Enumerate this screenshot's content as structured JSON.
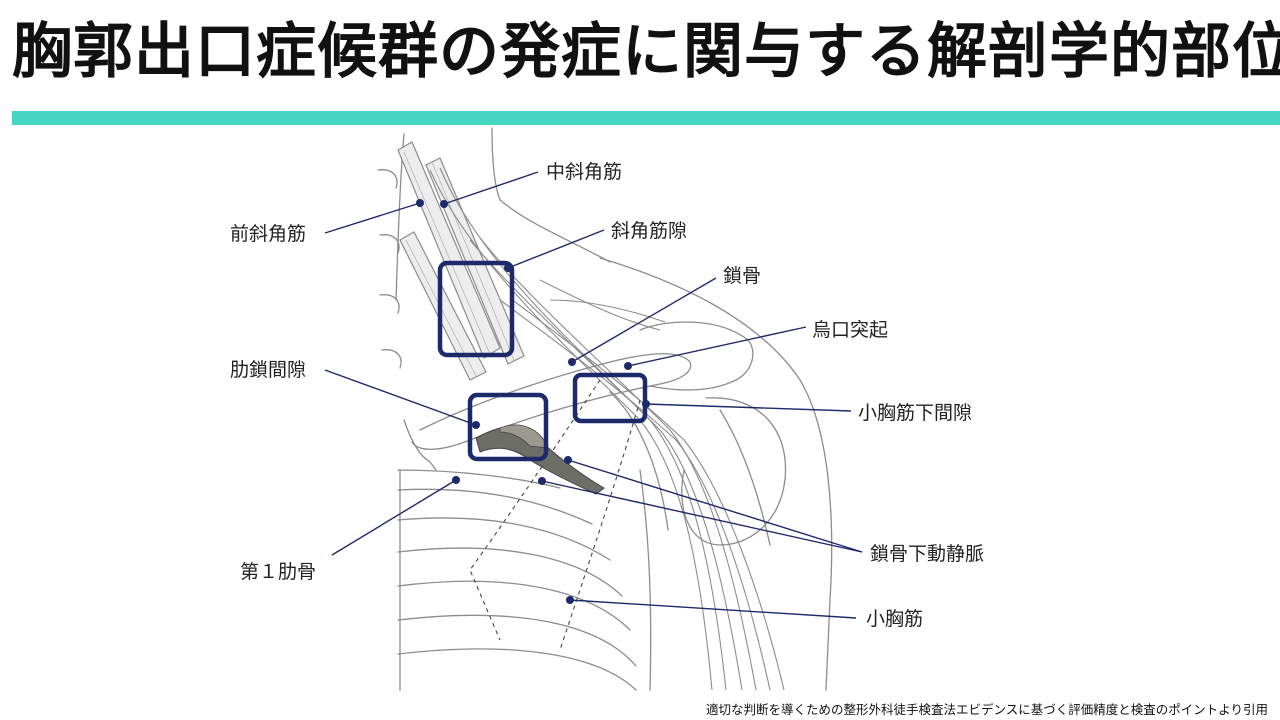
{
  "title": "胸郭出口症候群の発症に関与する解剖学的部位",
  "labels": {
    "middle_scalene": "中斜角筋",
    "anterior_scalene": "前斜角筋",
    "scalene_hiatus": "斜角筋隙",
    "clavicle": "鎖骨",
    "coracoid": "烏口突起",
    "costoclavicular": "肋鎖間隙",
    "subpectoral": "小胸筋下間隙",
    "first_rib": "第１肋骨",
    "subclavian": "鎖骨下動静脈",
    "pectoralis_minor": "小胸筋"
  },
  "citation": "適切な判断を導くための整形外科徒手検査法エビデンスに基づく評価精度と検査のポイントより引用",
  "colors": {
    "accent": "#45d6c3",
    "highlight": "#1c2a6b",
    "leader": "#1c2a6b",
    "outline": "#8c8c8c",
    "vessel_fill": "#f2f2f2"
  }
}
